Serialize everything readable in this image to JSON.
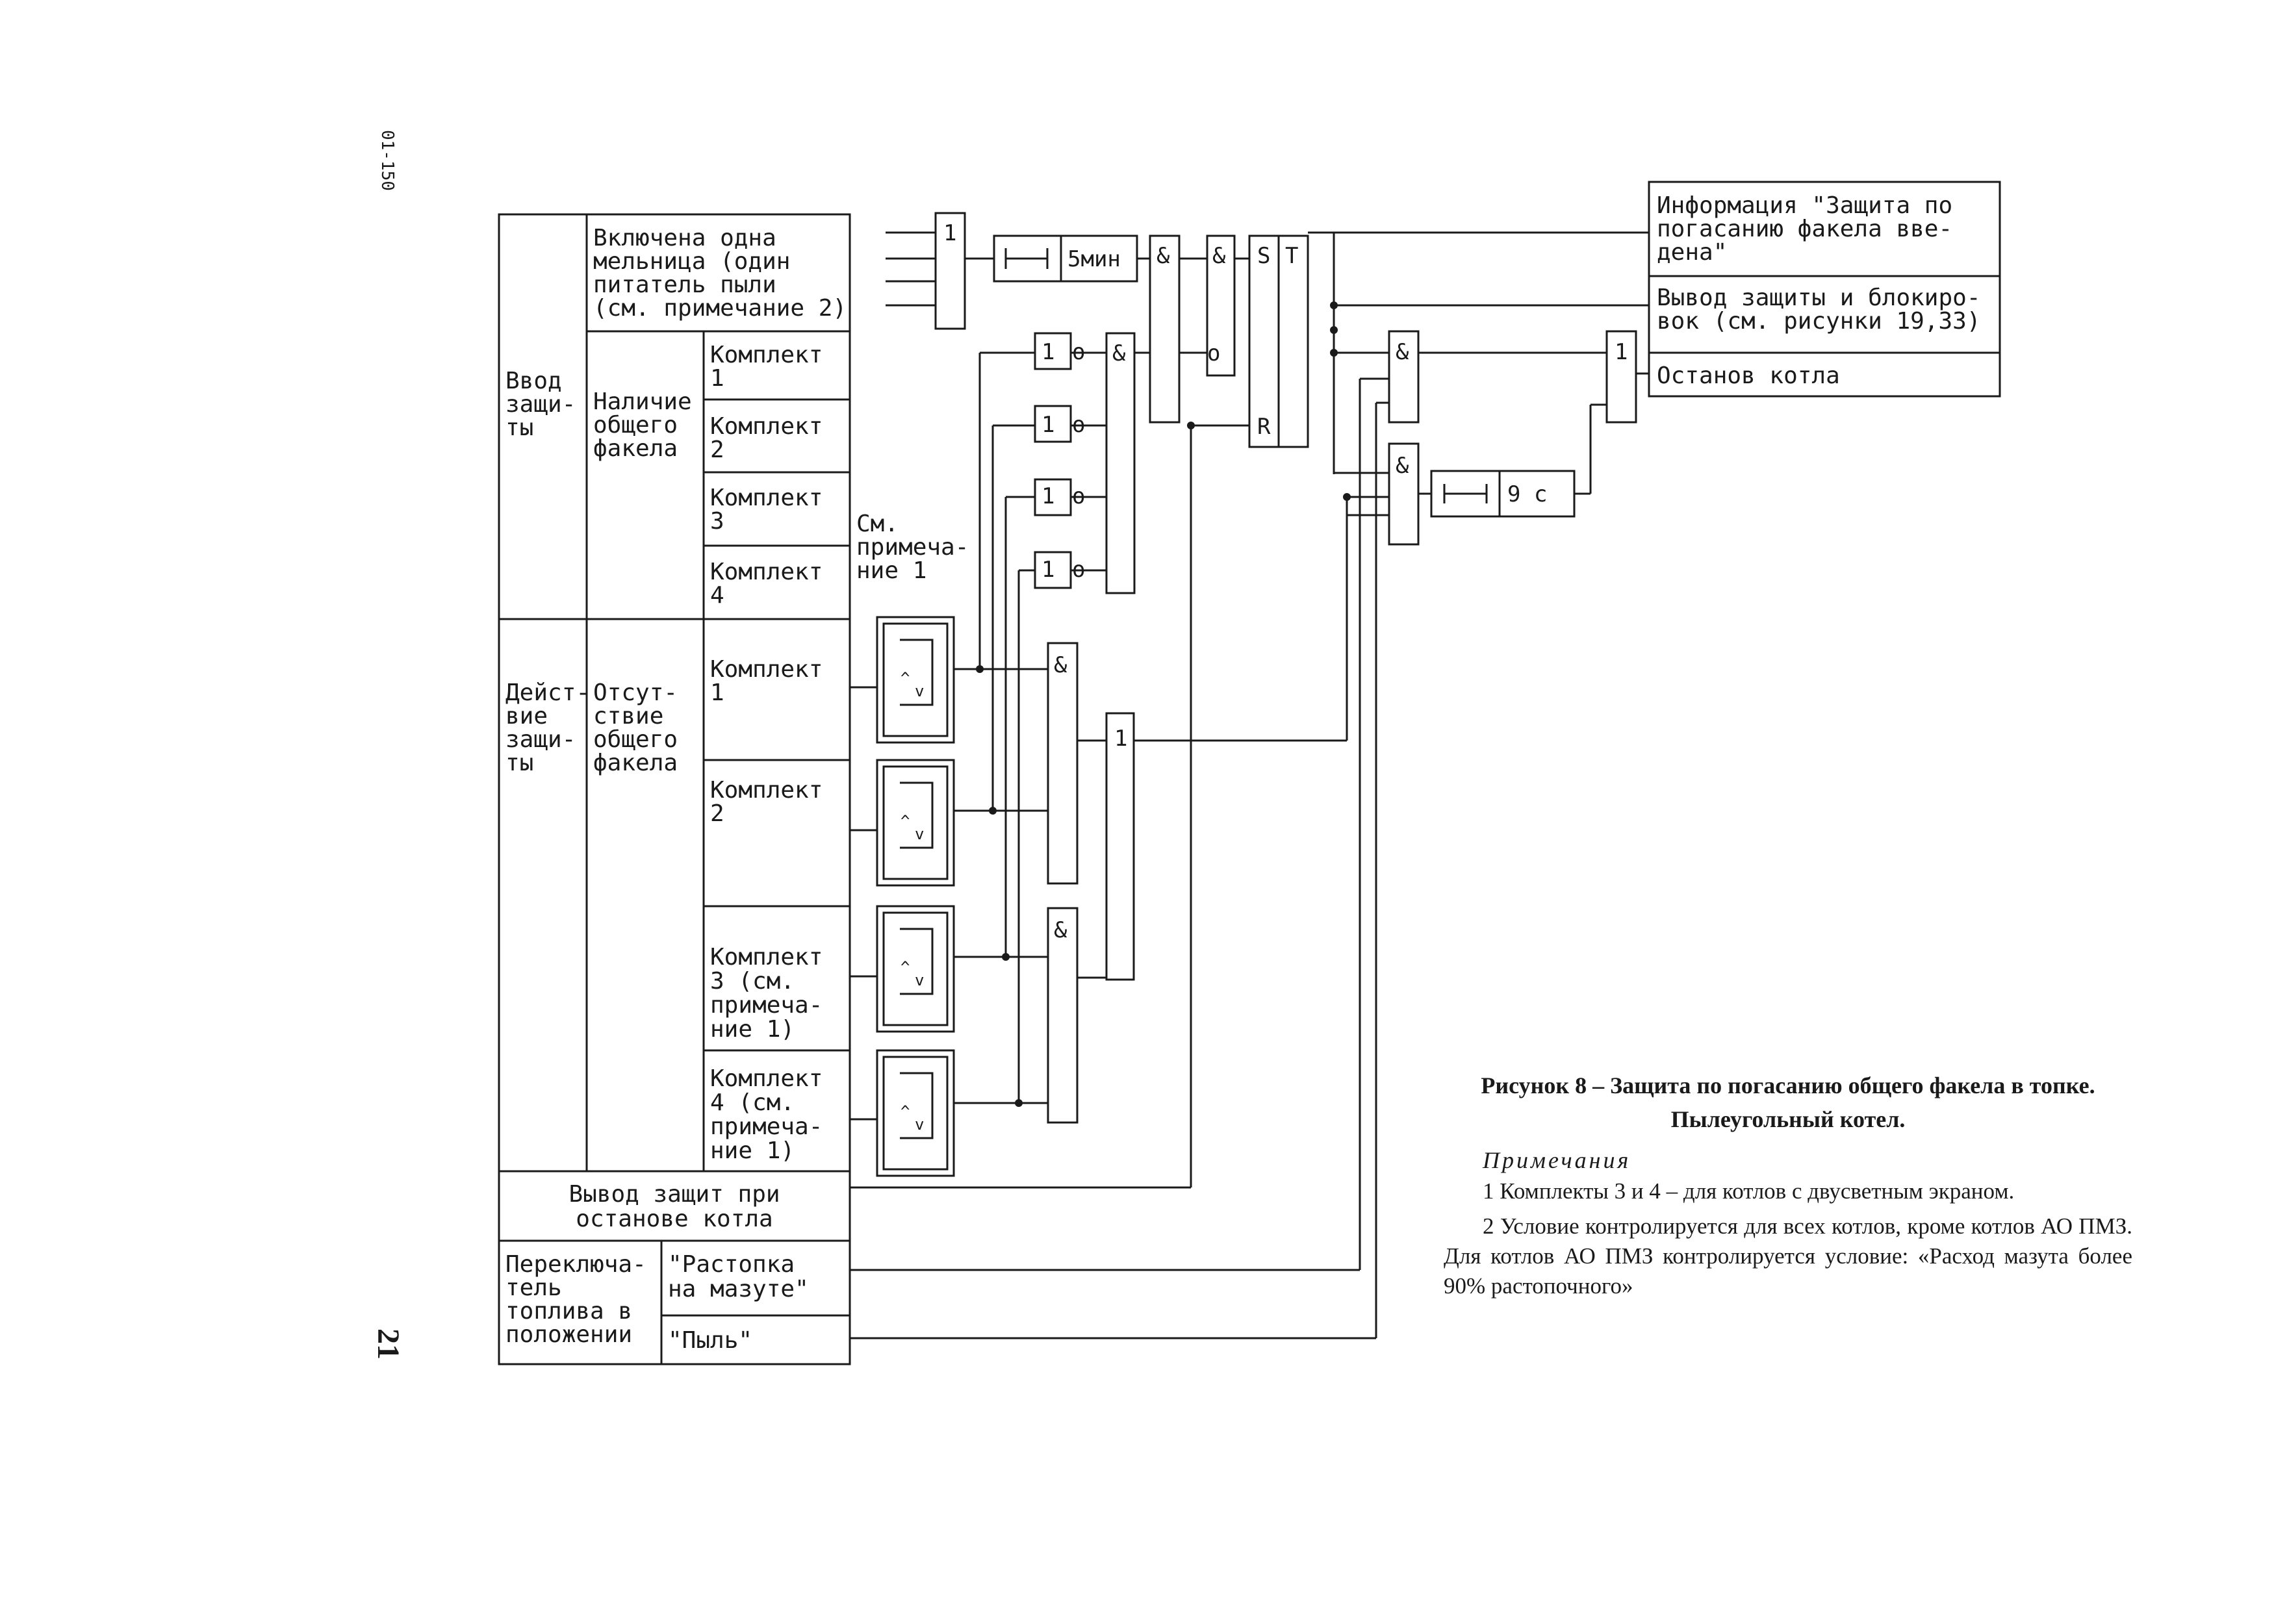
{
  "page": {
    "side_code": "01-150",
    "page_number": "21"
  },
  "table": {
    "input_group": "Ввод\nзащи-\nты",
    "condition_mill": "Включена одна\nмельница (один\nпитатель пыли\n(см. примечание 2)",
    "presence_group": "Наличие\nобщего\nфакела",
    "presence_sets": [
      "Комплект\n1",
      "Комплект\n2",
      "Комплект\n3",
      "Комплект\n4"
    ],
    "see_note": "См.\nпримеча-\nние 1",
    "action_group": "Дейст-\nвие\nзащи-\nты",
    "absence_group": "Отсут-\nствие\nобщего\nфакела",
    "absence_sets": [
      "Комплект\n1",
      "Комплект\n2",
      "Комплект\n3 (см.\nпримеча-\nние 1)",
      "Комплект\n4 (см.\nпримеча-\nние 1)"
    ],
    "disable_on_stop": "Вывод защит при\nостанове котла",
    "fuel_switch": "Переключа-\nтель\nтоплива в\nположении",
    "fuel_oil": "\"Растопка\nна мазуте\"",
    "fuel_dust": "\"Пыль\""
  },
  "logic": {
    "or_symbol": "1",
    "and_symbol": "&",
    "not_output": "o",
    "delay_5min": "5мин",
    "delay_9s": "9 с",
    "trigger_s": "S",
    "trigger_t": "T",
    "trigger_r": "R",
    "relay_up": "^",
    "relay_down": "v"
  },
  "outputs": {
    "info": "Информация \"Защита по\nпогасанию факела вве-\nдена\"",
    "disable": "Вывод защиты и блокиро-\nвок (см. рисунки 19,33)",
    "stop": "Останов котла"
  },
  "caption": {
    "title": "Рисунок 8 – Защита по погасанию общего факела в топке. Пылеугольный котел.",
    "notes_heading": "Примечания",
    "note1": "1 Комплекты 3 и 4 – для котлов с двусветным экраном.",
    "note2": "2 Условие контролируется для всех котлов, кроме котлов АО ПМЗ. Для котлов АО ПМЗ контролируется условие: «Расход мазута более 90% растопочного»"
  }
}
